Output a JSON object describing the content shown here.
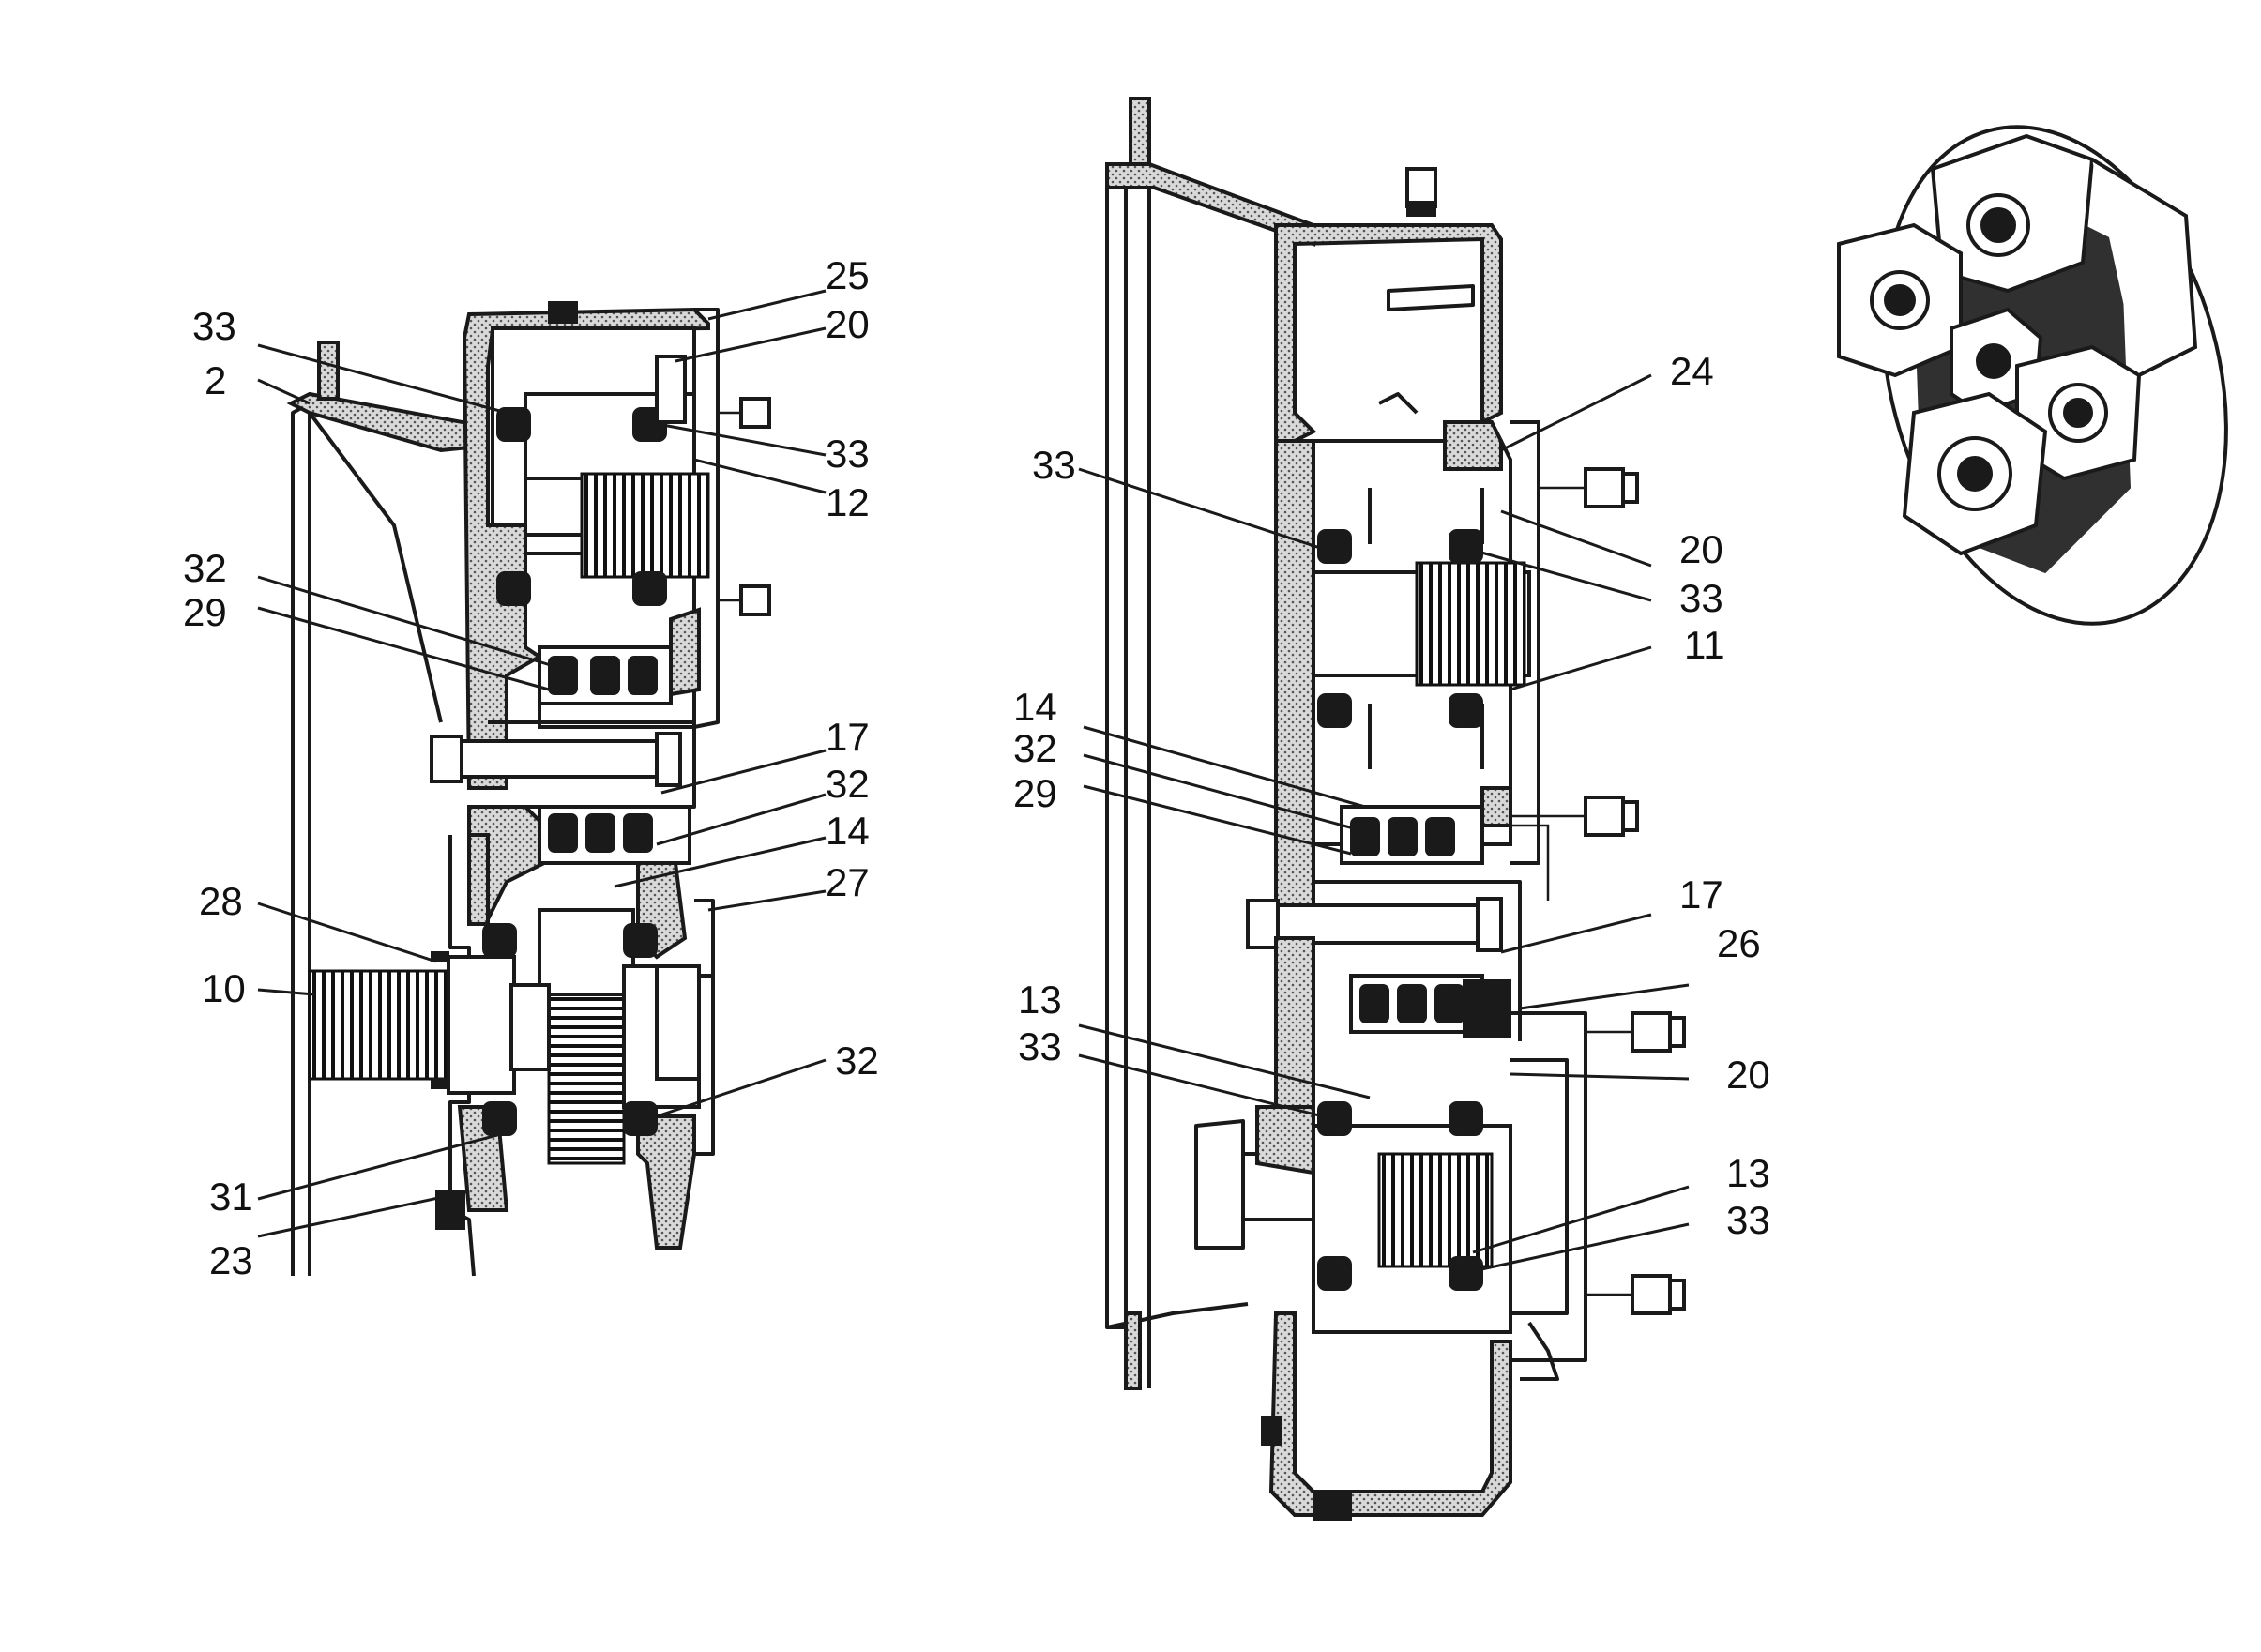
{
  "left_view": {
    "callouts": [
      {
        "id": "l33a",
        "text": "33"
      },
      {
        "id": "l2",
        "text": "2"
      },
      {
        "id": "l25",
        "text": "25"
      },
      {
        "id": "l20",
        "text": "20"
      },
      {
        "id": "l33b",
        "text": "33"
      },
      {
        "id": "l12",
        "text": "12"
      },
      {
        "id": "l32a",
        "text": "32"
      },
      {
        "id": "l29",
        "text": "29"
      },
      {
        "id": "l17",
        "text": "17"
      },
      {
        "id": "l32b",
        "text": "32"
      },
      {
        "id": "l14",
        "text": "14"
      },
      {
        "id": "l27",
        "text": "27"
      },
      {
        "id": "l28",
        "text": "28"
      },
      {
        "id": "l10",
        "text": "10"
      },
      {
        "id": "l32c",
        "text": "32"
      },
      {
        "id": "l31",
        "text": "31"
      },
      {
        "id": "l23",
        "text": "23"
      }
    ]
  },
  "right_view": {
    "callouts": [
      {
        "id": "r24",
        "text": "24"
      },
      {
        "id": "r33a",
        "text": "33"
      },
      {
        "id": "r20a",
        "text": "20"
      },
      {
        "id": "r33b",
        "text": "33"
      },
      {
        "id": "r11",
        "text": "11"
      },
      {
        "id": "r14",
        "text": "14"
      },
      {
        "id": "r32",
        "text": "32"
      },
      {
        "id": "r29",
        "text": "29"
      },
      {
        "id": "r17",
        "text": "17"
      },
      {
        "id": "r26",
        "text": "26"
      },
      {
        "id": "r13a",
        "text": "13"
      },
      {
        "id": "r33c",
        "text": "33"
      },
      {
        "id": "r20b",
        "text": "20"
      },
      {
        "id": "r13b",
        "text": "13"
      },
      {
        "id": "r33d",
        "text": "33"
      }
    ]
  },
  "colors": {
    "ink": "#1a1a1a",
    "paper": "#ffffff",
    "stipple": "#7a7a7a"
  }
}
